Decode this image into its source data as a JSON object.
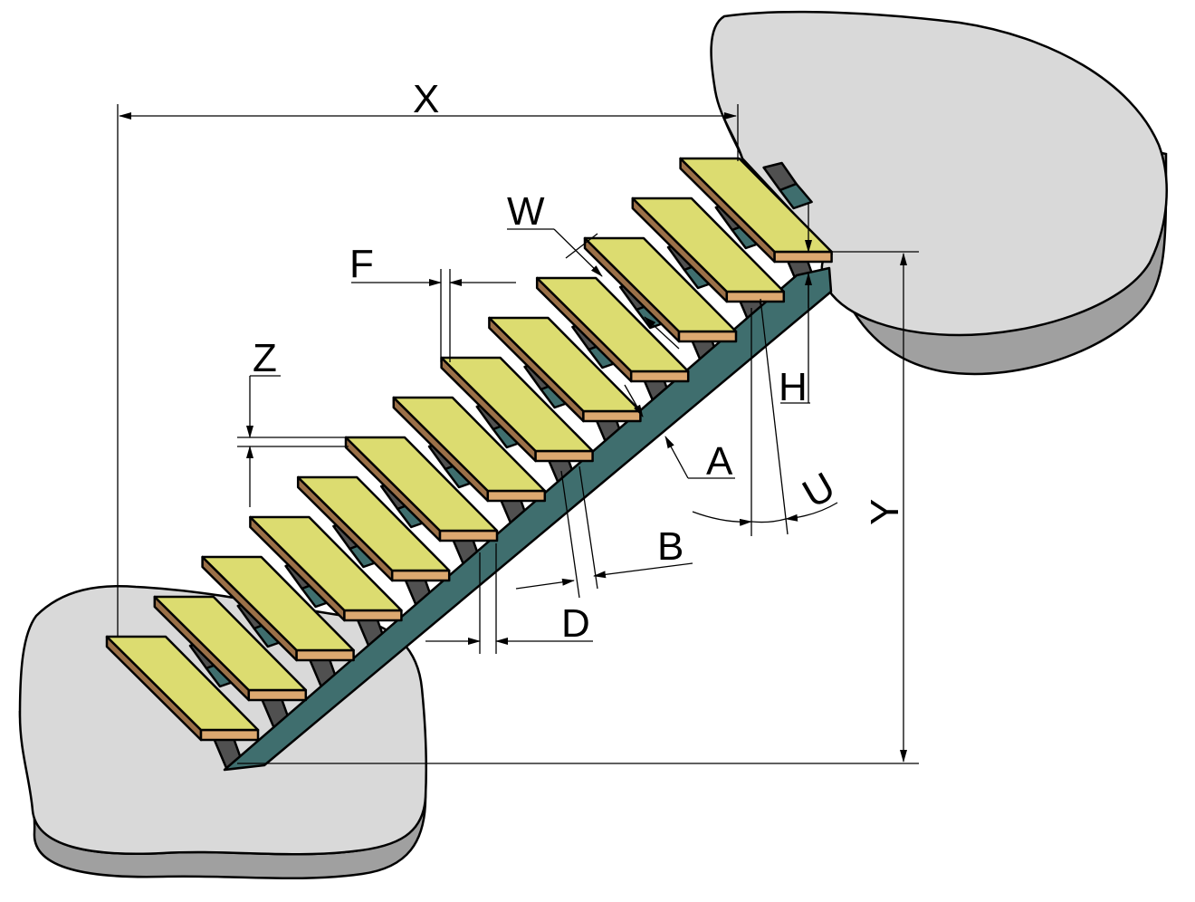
{
  "labels": {
    "x": "X",
    "y": "Y",
    "w": "W",
    "f": "F",
    "z": "Z",
    "h": "H",
    "a": "A",
    "u": "U",
    "b": "B",
    "d": "D"
  },
  "colors": {
    "tread": "#dcdc70",
    "tread_front": "#dca870",
    "tread_side": "#9b7048",
    "stringer": "#3f6e6e",
    "support": "#505050",
    "landing": "#d9d9d9",
    "landing_side": "#a0a0a0"
  },
  "step_count": 13
}
